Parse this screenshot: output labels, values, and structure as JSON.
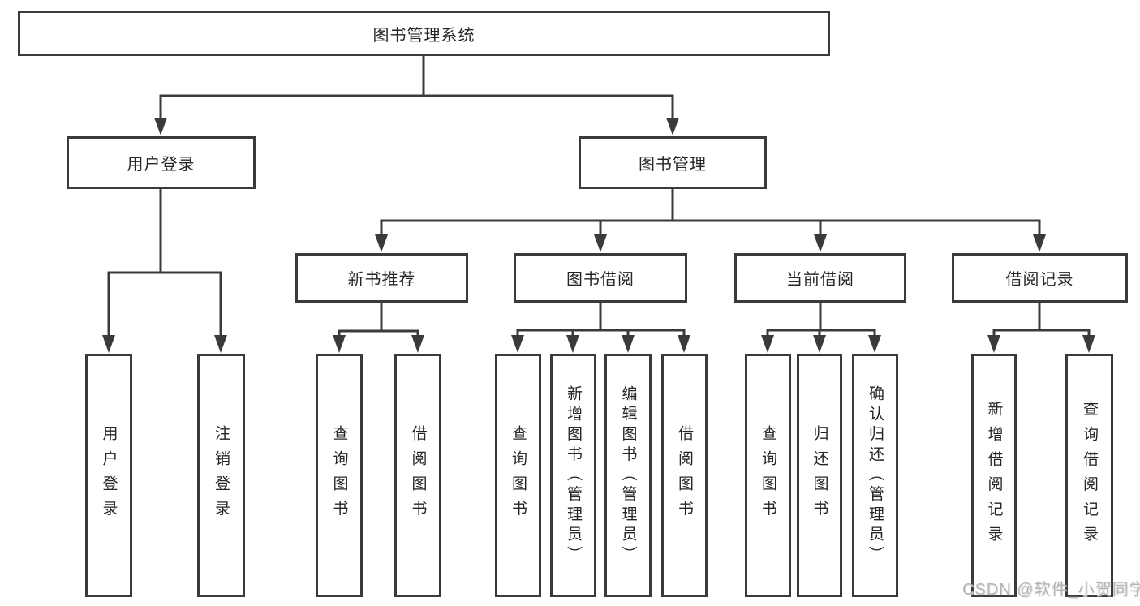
{
  "diagram": {
    "root": {
      "label": "图书管理系统"
    },
    "level2": [
      {
        "label": "用户登录",
        "children": [
          "用户登录",
          "注销登录"
        ]
      },
      {
        "label": "图书管理",
        "children": [
          {
            "label": "新书推荐",
            "children": [
              "查询图书",
              "借阅图书"
            ]
          },
          {
            "label": "图书借阅",
            "children": [
              "查询图书",
              "新增图书（管理员）",
              "编辑图书（管理员）",
              "借阅图书"
            ]
          },
          {
            "label": "当前借阅",
            "children": [
              "查询图书",
              "归还图书",
              "确认归还（管理员）"
            ]
          },
          {
            "label": "借阅记录",
            "children": [
              "新增借阅记录",
              "查询借阅记录"
            ]
          }
        ]
      }
    ]
  },
  "watermark": "CSDN @软件_小贺同学",
  "colors": {
    "line": "#3a3a3a",
    "text": "#262626",
    "watermark": "#b5b5b5"
  }
}
